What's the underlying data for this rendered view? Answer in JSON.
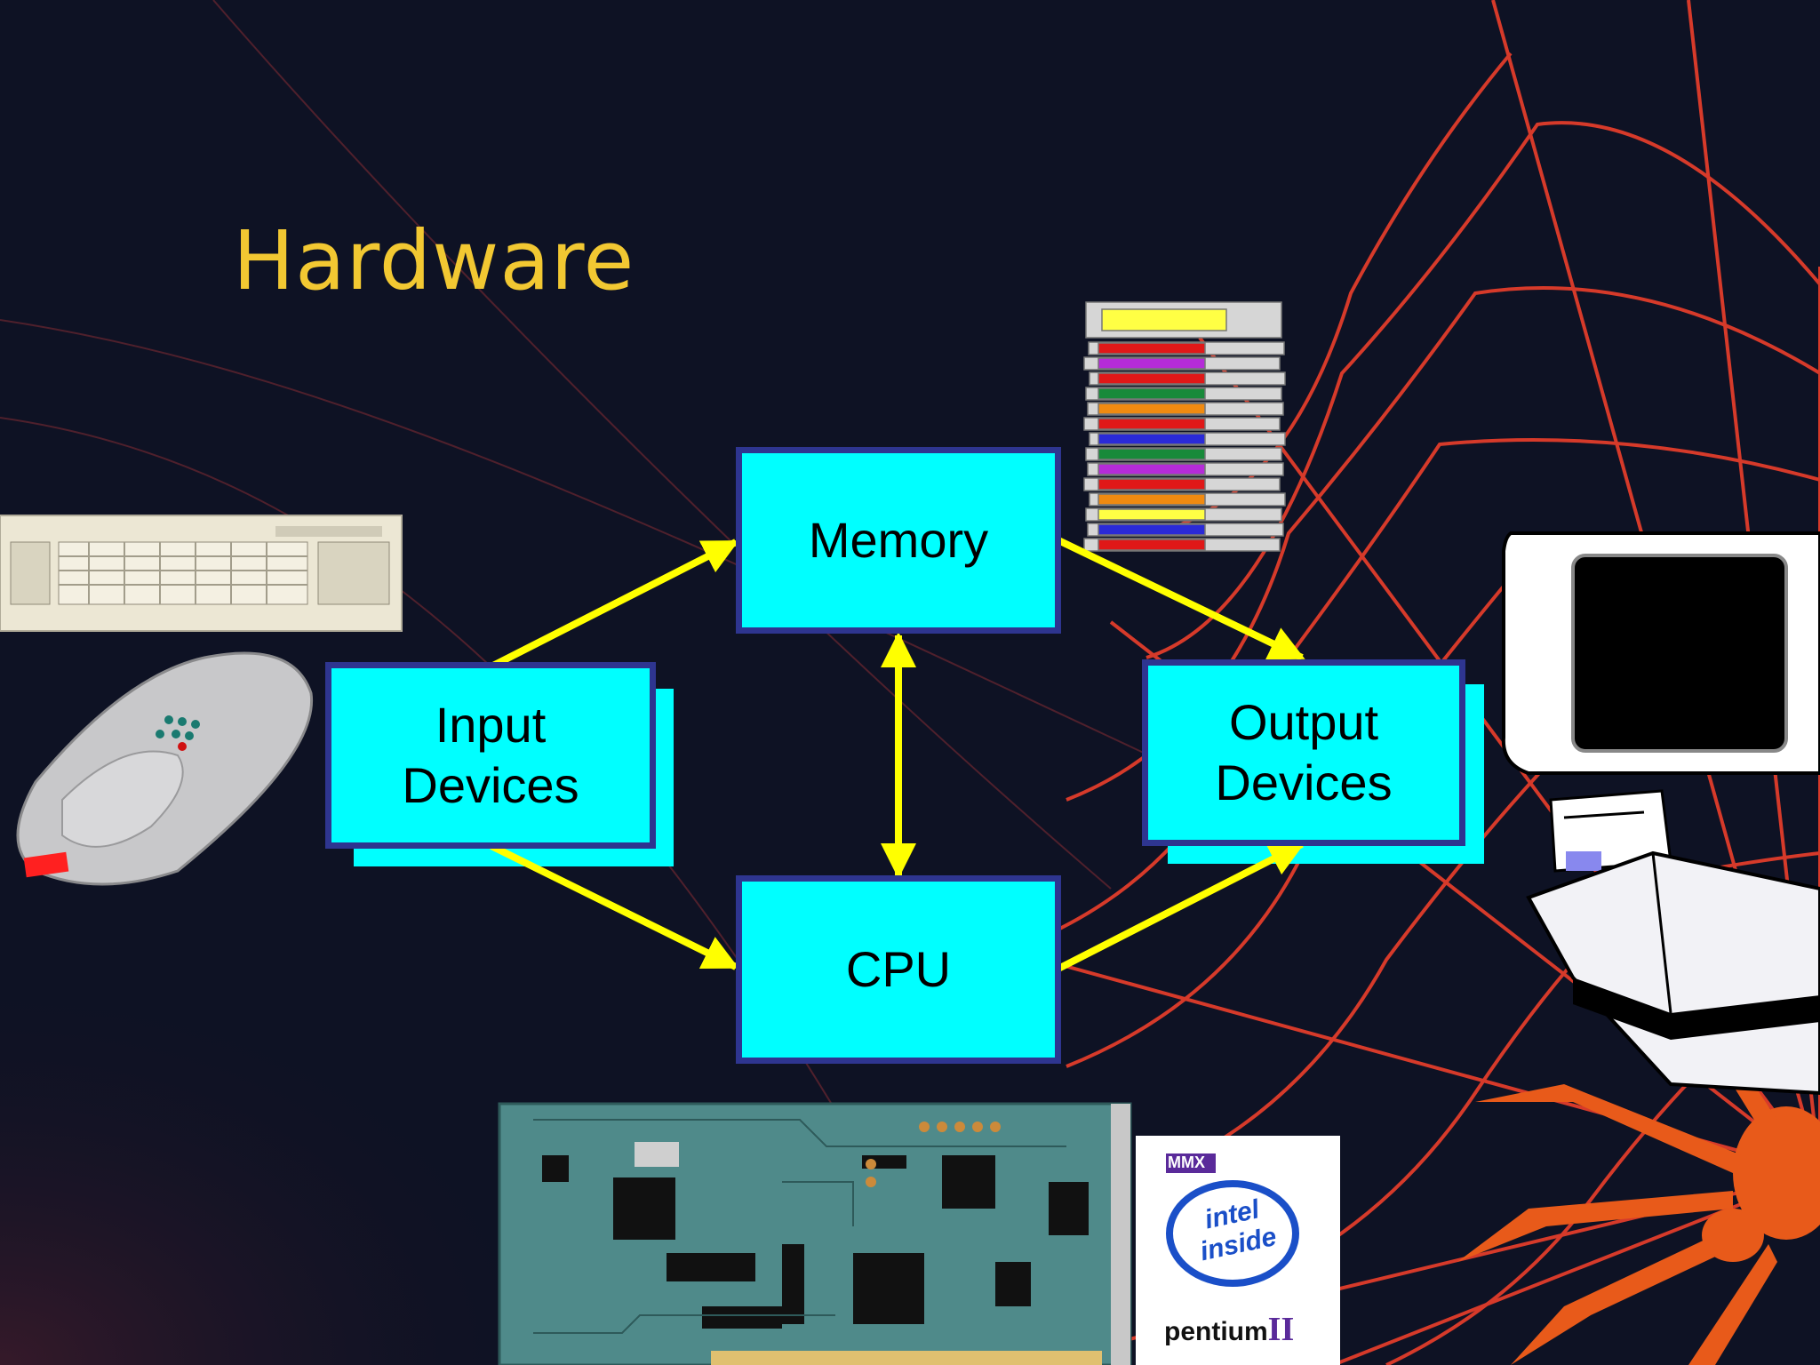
{
  "slide": {
    "title": "Hardware",
    "accent_color": "#f2c832",
    "box_fill": "#00ffff",
    "box_border": "#2e3590",
    "arrow_color": "#ffff00",
    "web_color": "#d63a2a"
  },
  "diagram": {
    "nodes": {
      "memory": {
        "label": "Memory"
      },
      "input": {
        "line1": "Input",
        "line2": "Devices"
      },
      "output": {
        "line1": "Output",
        "line2": "Devices"
      },
      "cpu": {
        "label": "CPU"
      }
    }
  },
  "clipart": {
    "intel_badge": {
      "top": "MMX",
      "brand": "intel inside",
      "product": "pentium",
      "numeral": "II"
    },
    "icons": [
      "keyboard-icon",
      "mouse-icon",
      "floppy-stack-icon",
      "monitor-icon",
      "printer-icon",
      "circuit-board-icon",
      "spider-icon",
      "spider-web"
    ]
  }
}
